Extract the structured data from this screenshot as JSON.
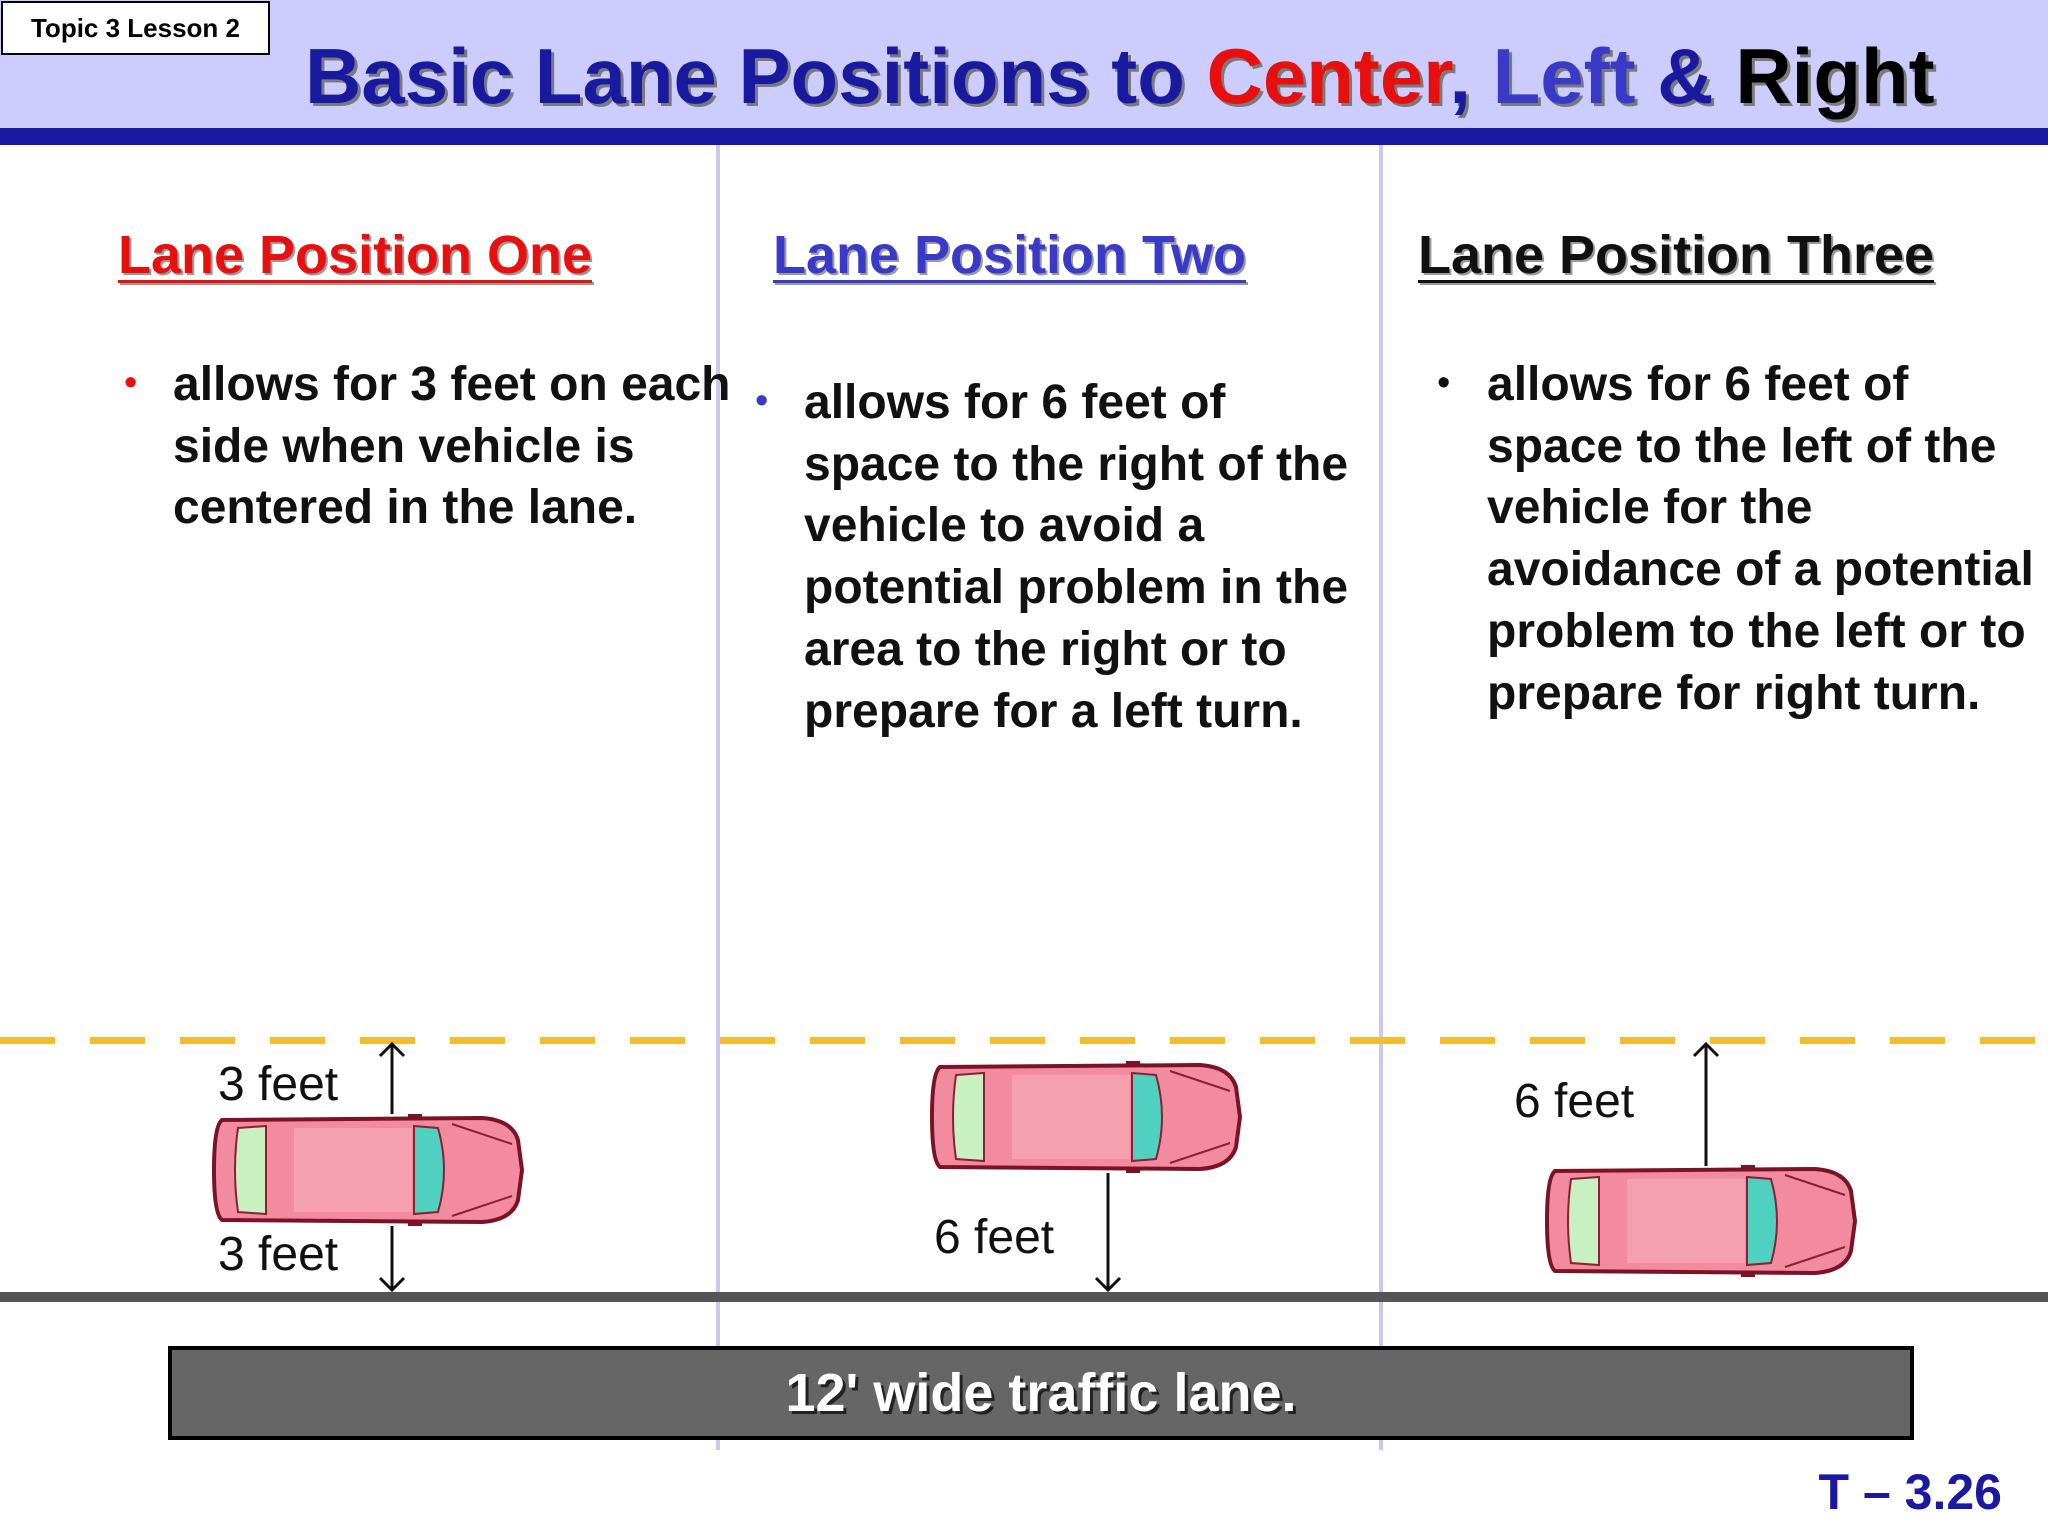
{
  "header": {
    "topic_tag": "Topic 3 Lesson 2",
    "title_part1": "Basic Lane Positions to ",
    "title_center": "Center",
    "title_comma": ", ",
    "title_left": "Left",
    "title_amp": " & ",
    "title_right": "Right"
  },
  "colors": {
    "header_bg": "#ccccff",
    "title_blue": "#1a1aa0",
    "center_red": "#e8100f",
    "left_blue": "#3a3ac8",
    "lane_dash_yellow": "#f2bd33",
    "lane_bar_gray": "#666666",
    "car_pink": "#f28aa0"
  },
  "columns": [
    {
      "heading": "Lane Position One",
      "bullet": "•",
      "text": "allows for 3 feet on each side when vehicle is centered in the lane."
    },
    {
      "heading": "Lane Position Two",
      "bullet": "•",
      "text": "allows for 6 feet of space to the right of the vehicle to avoid a potential problem in the area to the right or to prepare for a left turn."
    },
    {
      "heading": "Lane Position Three",
      "bullet": "•",
      "text": "allows for 6 feet of space to the left of the vehicle for the avoidance of a potential problem to the left or to prepare for right turn."
    }
  ],
  "diagram": {
    "pos1_top_label": "3 feet",
    "pos1_bottom_label": "3 feet",
    "pos2_label": "6 feet",
    "pos3_label": "6 feet",
    "lane_bar_label": "12' wide traffic lane."
  },
  "footer": {
    "slide_number": "T – 3.26"
  }
}
